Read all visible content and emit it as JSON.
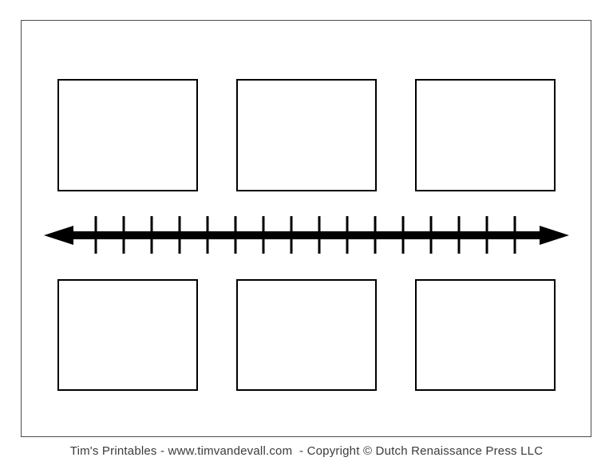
{
  "page": {
    "background": "#ffffff"
  },
  "frame": {
    "border_color": "#4d4d4d"
  },
  "event_boxes": {
    "count": 6,
    "rows": 2,
    "columns": 3,
    "border_color": "#000000",
    "fill": "#ffffff"
  },
  "timeline": {
    "type": "blank-number-line",
    "arrowheads": "both",
    "tick_count": 16,
    "color": "#000000"
  },
  "footer": {
    "credit": "Tim's Printables - www.timvandevall.com  - Copyright © Dutch Renaissance Press LLC"
  }
}
